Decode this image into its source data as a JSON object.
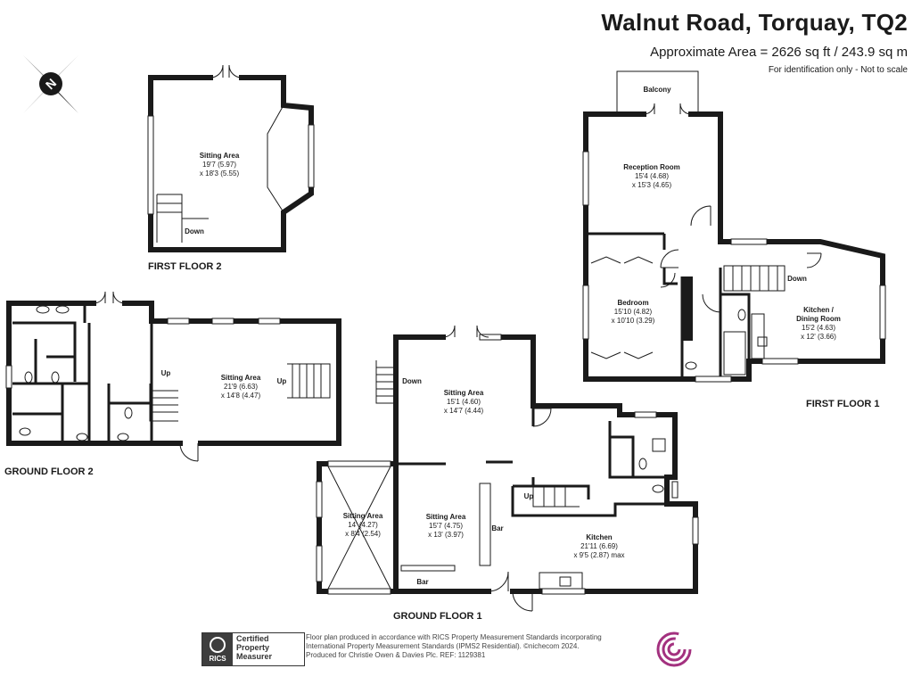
{
  "header": {
    "title": "Walnut Road, Torquay, TQ2",
    "area": "Approximate Area = 2626 sq ft / 243.9 sq m",
    "scale_note": "For identification only - Not to scale"
  },
  "compass": {
    "letter": "N"
  },
  "floors": {
    "first_floor_2": "FIRST FLOOR 2",
    "ground_floor_2": "GROUND FLOOR 2",
    "ground_floor_1": "GROUND FLOOR 1",
    "first_floor_1": "FIRST FLOOR 1"
  },
  "rooms": {
    "ff2_sitting": {
      "name": "Sitting Area",
      "dim1": "19'7 (5.97)",
      "dim2": "x 18'3 (5.55)"
    },
    "gf2_sitting": {
      "name": "Sitting Area",
      "dim1": "21'9 (6.63)",
      "dim2": "x 14'8 (4.47)"
    },
    "gf1_sitting_a": {
      "name": "Sitting Area",
      "dim1": "15'1 (4.60)",
      "dim2": "x 14'7 (4.44)"
    },
    "gf1_sitting_b": {
      "name": "Sitting Area",
      "dim1": "15'7 (4.75)",
      "dim2": "x 13' (3.97)"
    },
    "gf1_sitting_c": {
      "name": "Sitting Area",
      "dim1": "14' (4.27)",
      "dim2": "x 8'4 (2.54)"
    },
    "gf1_kitchen": {
      "name": "Kitchen",
      "dim1": "21'11 (6.69)",
      "dim2": "x 9'5 (2.87) max"
    },
    "ff1_reception": {
      "name": "Reception Room",
      "dim1": "15'4 (4.68)",
      "dim2": "x 15'3 (4.65)"
    },
    "ff1_bedroom": {
      "name": "Bedroom",
      "dim1": "15'10 (4.82)",
      "dim2": "x 10'10 (3.29)"
    },
    "ff1_kitchen": {
      "name": "Kitchen /",
      "name2": "Dining Room",
      "dim1": "15'2 (4.63)",
      "dim2": "x 12' (3.66)"
    },
    "ff1_balcony": {
      "name": "Balcony"
    }
  },
  "labels": {
    "down": "Down",
    "up": "Up",
    "bar": "Bar"
  },
  "badge": {
    "rics": "RICS",
    "line1": "Certified",
    "line2": "Property",
    "line3": "Measurer"
  },
  "footer": {
    "line1": "Floor plan produced in accordance with RICS Property Measurement Standards incorporating",
    "line2": "International Property Measurement Standards (IPMS2 Residential). ©nichecom 2024.",
    "line3": "Produced for Christie Owen & Davies Plc.   REF:  1129381"
  },
  "colors": {
    "accent": "#a3317f",
    "wall": "#1a1a1a"
  }
}
